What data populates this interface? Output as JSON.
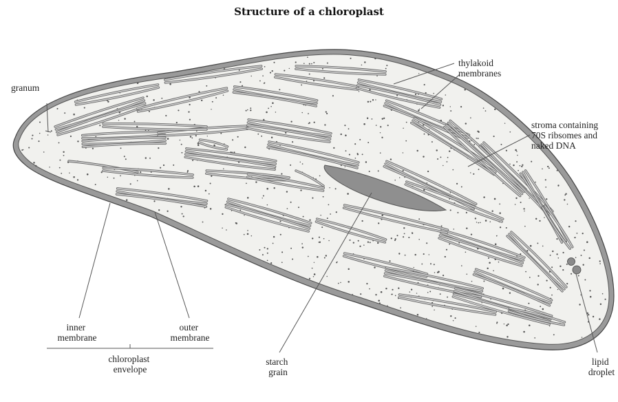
{
  "title": "Structure of a chloroplast",
  "labels": {
    "granum": "granum",
    "thylakoid_1": "thylakoid",
    "thylakoid_2": "membranes",
    "stroma_1": "stroma containing",
    "stroma_2": "70S ribsomes and",
    "stroma_3": "naked DNA",
    "inner_1": "inner",
    "inner_2": "membrane",
    "outer_1": "outer",
    "outer_2": "membrane",
    "envelope_1": "chloroplast",
    "envelope_2": "envelope",
    "starch_1": "starch",
    "starch_2": "grain",
    "lipid_1": "lipid",
    "lipid_2": "droplet"
  },
  "colors": {
    "stroma": "#f1f1ee",
    "membrane": "#8a8a8a",
    "starch": "#8f8f8f"
  }
}
